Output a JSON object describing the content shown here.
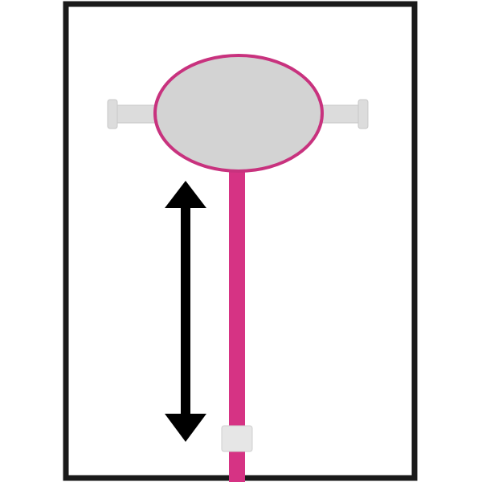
{
  "figure": {
    "background_color": "#ffffff",
    "frame_color": "#1a1a1a",
    "component_colors": {
      "strap": "#d63384",
      "oval_fill": "#d3d3d3",
      "oval_outline": "#c8327e",
      "handlebar": "#dcdcdc",
      "buckle": "#e6e6e6",
      "arrow": "#000000"
    },
    "icons": [
      "handlebar-shape",
      "oval-body-shape",
      "strap-shape",
      "buckle-shape",
      "double-headed-arrow-icon"
    ]
  }
}
